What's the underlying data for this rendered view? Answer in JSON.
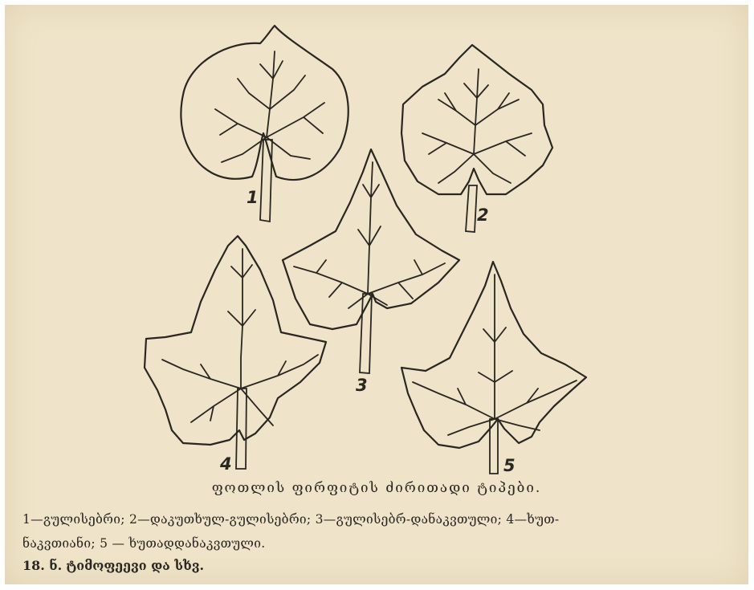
{
  "figure": {
    "leaf_labels": [
      "1",
      "2",
      "3",
      "4",
      "5"
    ],
    "caption": "ფოთლის ფირფიტის ძირითადი ტიპები.",
    "legend_line1": "1—გულისებრი; 2—დაკუთხულ-გულისებრი; 3—გულისებრ-დანაკვთული; 4—ხუთ-",
    "legend_line2": "ნაკვთიანი; 5 — ხუთადდანაკვთული.",
    "credit": "18. ნ. ტიმოფეევი და სხვ."
  },
  "colors": {
    "paper": "#efe4c9",
    "ink": "#2a2620"
  }
}
